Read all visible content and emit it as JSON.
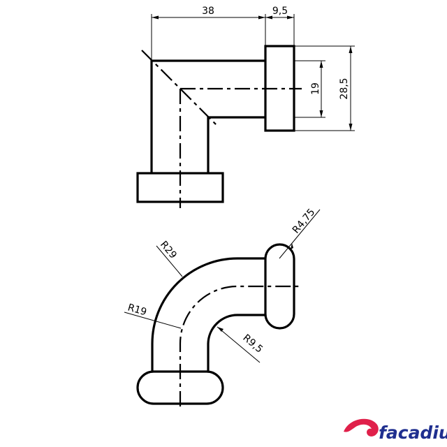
{
  "top_view": {
    "dimensions": {
      "length": "38",
      "flange_thickness": "9,5",
      "pipe_diameter": "19",
      "flange_diameter": "28,5"
    }
  },
  "bottom_view": {
    "radii": {
      "outer": "R29",
      "center": "R19",
      "inner": "R9,5",
      "flange_end": "R4,75"
    }
  },
  "logo": {
    "text": "facadium",
    "text_color": "#1f2f8f",
    "swirl_color": "#e0204a"
  },
  "colors": {
    "line": "#000000",
    "background": "#ffffff"
  }
}
